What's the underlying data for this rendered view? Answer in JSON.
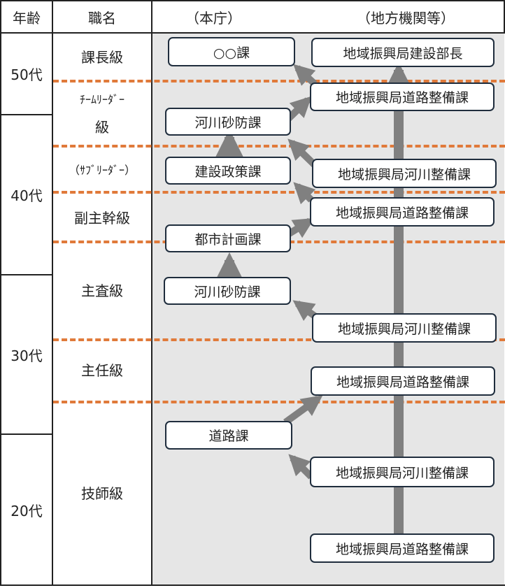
{
  "header": {
    "age": "年齢",
    "position": "職名",
    "hq": "（本庁）",
    "regional": "（地方機関等）"
  },
  "ages": [
    "50代",
    "40代",
    "30代",
    "20代"
  ],
  "positions": {
    "section_chief": "課長級",
    "team_leader_line1": "ﾁｰﾑﾘｰﾀﾞｰ",
    "team_leader_line2": "級",
    "sub_leader": "（ｻﾌﾞﾘｰﾀﾞｰ）",
    "vice_chief": "副主幹級",
    "chief_inspector": "主査級",
    "senior": "主任級",
    "engineer": "技師級"
  },
  "hq_boxes": [
    "○○課",
    "河川砂防課",
    "建設政策課",
    "都市計画課",
    "河川砂防課",
    "道路課"
  ],
  "regional_boxes": [
    "地域振興局建設部長",
    "地域振興局道路整備課",
    "地域振興局河川整備課",
    "地域振興局道路整備課",
    "地域振興局河川整備課",
    "地域振興局道路整備課",
    "地域振興局河川整備課",
    "地域振興局道路整備課"
  ],
  "colors": {
    "dash": "#e07a3a",
    "arrow": "#808080",
    "area": "#e6e6e6",
    "box_border": "#1f2d3d"
  }
}
